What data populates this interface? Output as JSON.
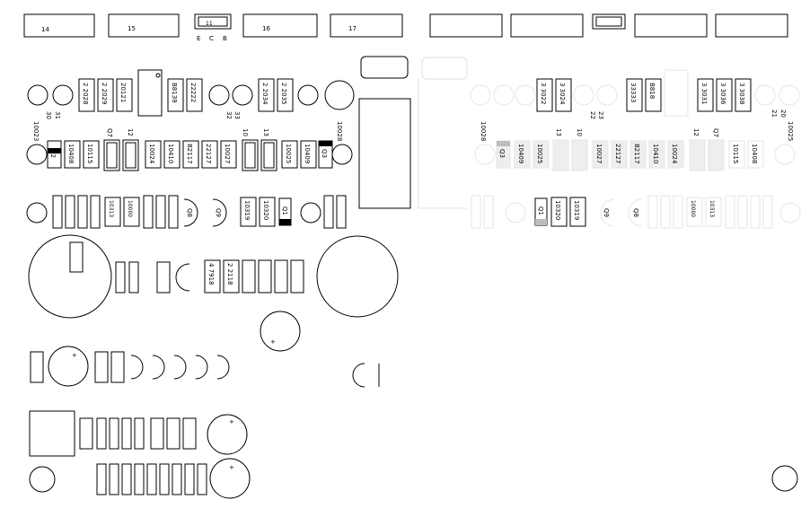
{
  "connectors": [
    "14",
    "15",
    "11",
    "16",
    "17"
  ],
  "pin_labels": [
    "E",
    "C",
    "B"
  ],
  "left": {
    "top_parts": [
      "2 2028",
      "2 2029",
      "20121",
      "B8139",
      "22222",
      "2 2034",
      "2 2035"
    ],
    "pads": [
      "30",
      "31",
      "32",
      "33",
      "10023",
      "10028"
    ],
    "mid_parts": [
      "Q2",
      "10408",
      "10115",
      "Q7",
      "12",
      "10024",
      "10410",
      "B2117",
      "22127",
      "10027",
      "10",
      "13",
      "10025",
      "10409",
      "Q3"
    ],
    "row3_parts": [
      "10313",
      "10000",
      "Q8",
      "Q9",
      "10319",
      "10320",
      "Q1"
    ],
    "bottom_parts": [
      "4 7918",
      "2 2118"
    ]
  },
  "right": {
    "top_parts": [
      "3 3022",
      "3 3024",
      "33333",
      "B818",
      "3 3031",
      "3 3036",
      "3 3038"
    ],
    "pads": [
      "22",
      "23",
      "21",
      "20",
      "10028",
      "10025"
    ],
    "mid_parts": [
      "Q3",
      "10409",
      "10025",
      "13",
      "10",
      "10027",
      "22127",
      "B2117",
      "10410",
      "10024",
      "12",
      "Q7",
      "10115",
      "10408"
    ],
    "row3_parts": [
      "Q1",
      "10320",
      "10319",
      "Q9",
      "Q8",
      "10000",
      "10313"
    ]
  }
}
